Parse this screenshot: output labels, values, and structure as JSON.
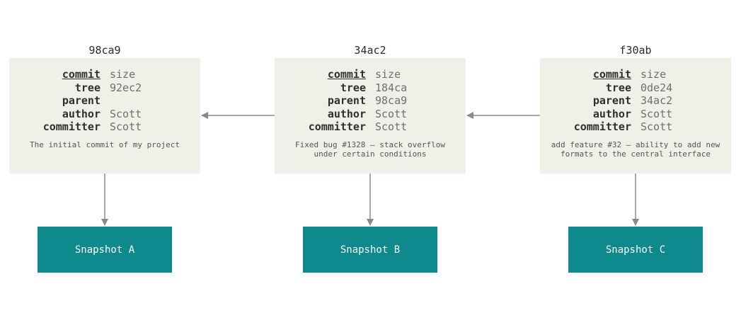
{
  "commits": [
    {
      "hash": "98ca9",
      "fields": [
        {
          "key": "commit",
          "value": "size"
        },
        {
          "key": "tree",
          "value": "92ec2"
        },
        {
          "key": "parent",
          "value": ""
        },
        {
          "key": "author",
          "value": "Scott"
        },
        {
          "key": "committer",
          "value": "Scott"
        }
      ],
      "message": "The initial commit of my project",
      "snapshot": "Snapshot A"
    },
    {
      "hash": "34ac2",
      "fields": [
        {
          "key": "commit",
          "value": "size"
        },
        {
          "key": "tree",
          "value": "184ca"
        },
        {
          "key": "parent",
          "value": "98ca9"
        },
        {
          "key": "author",
          "value": "Scott"
        },
        {
          "key": "committer",
          "value": "Scott"
        }
      ],
      "message": "Fixed bug #1328 — stack overflow\nunder certain conditions",
      "snapshot": "Snapshot B"
    },
    {
      "hash": "f30ab",
      "fields": [
        {
          "key": "commit",
          "value": "size"
        },
        {
          "key": "tree",
          "value": "0de24"
        },
        {
          "key": "parent",
          "value": "34ac2"
        },
        {
          "key": "author",
          "value": "Scott"
        },
        {
          "key": "committer",
          "value": "Scott"
        }
      ],
      "message": "add feature #32 — ability to add new\nformats to the central interface",
      "snapshot": "Snapshot C"
    }
  ],
  "colors": {
    "box_background": "#f0efe8",
    "snapshot_background": "#0e8a8e",
    "arrow": "#8a8a8a"
  }
}
